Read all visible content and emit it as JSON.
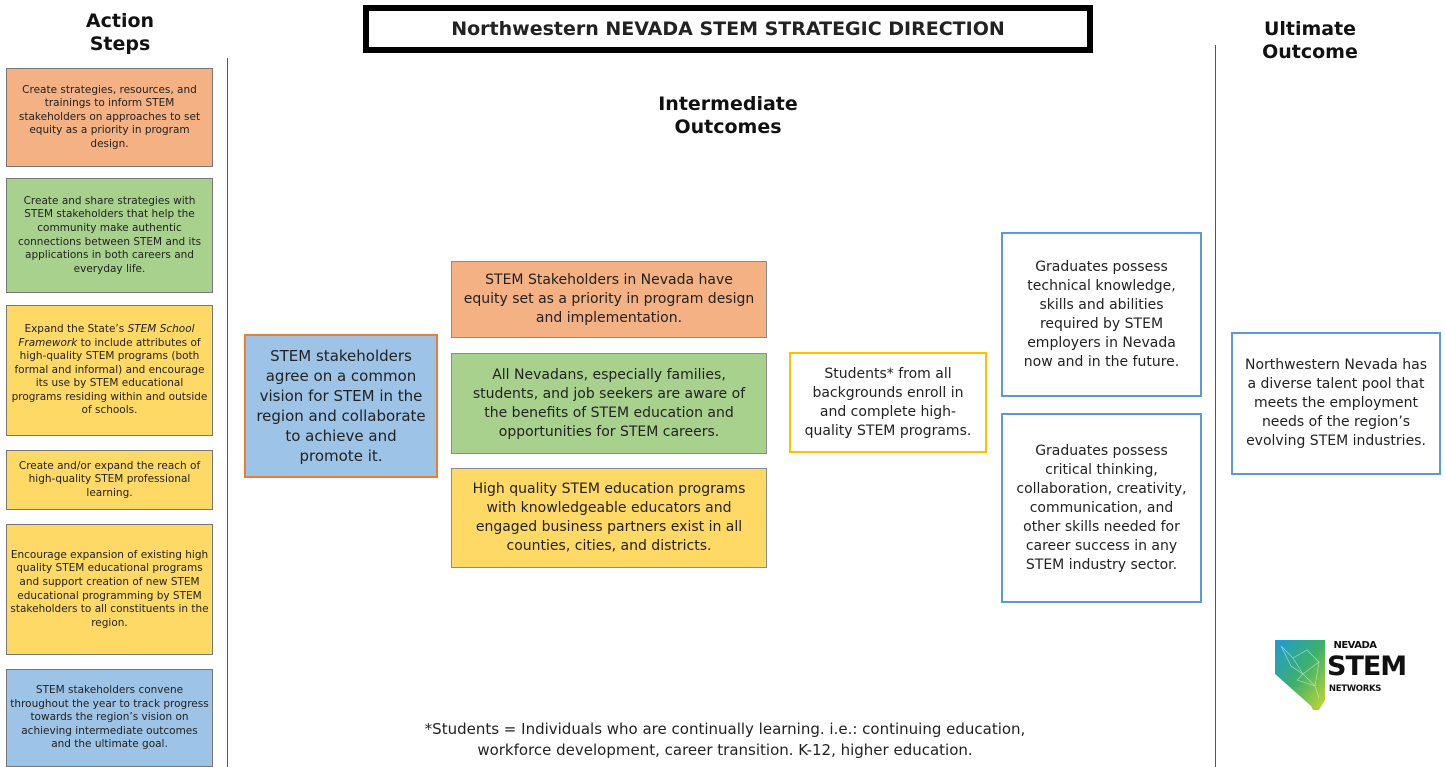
{
  "headings": {
    "action_steps_line1": "Action",
    "action_steps_line2": "Steps",
    "intermediate_line1": "Intermediate",
    "intermediate_line2": "Outcomes",
    "ultimate_line1": "Ultimate",
    "ultimate_line2": "Outcome"
  },
  "title": "Northwestern NEVADA STEM STRATEGIC DIRECTION",
  "action_steps": [
    {
      "text": "Create strategies, resources, and trainings to inform STEM stakeholders on approaches to set equity as a priority in program design.",
      "color": "#f4b183"
    },
    {
      "text": "Create and share strategies with STEM stakeholders that help the community make authentic connections between STEM and its applications in both careers and everyday life.",
      "color": "#a9d18e"
    },
    {
      "text_before": "Expand the State’s ",
      "text_italic": "STEM School Framework",
      "text_after": " to include attributes of high-quality STEM programs (both formal and informal) and encourage its use by STEM educational programs residing within and outside of schools.",
      "color": "#ffd966"
    },
    {
      "text": "Create and/or expand the reach of high-quality STEM professional learning.",
      "color": "#ffd966"
    },
    {
      "text": "Encourage expansion of existing high quality STEM educational programs and support creation of new STEM educational programming by STEM stakeholders to all constituents in the region.",
      "color": "#ffd966"
    },
    {
      "text": "STEM stakeholders convene throughout the year to track progress towards the region’s vision on achieving intermediate outcomes and the ultimate goal.",
      "color": "#9dc3e6"
    }
  ],
  "vision_box": "STEM stakeholders agree on a common vision for STEM in the region and collaborate to achieve and promote it.",
  "intermediate_boxes": [
    {
      "text": "STEM Stakeholders in Nevada have equity set as a priority in program design and implementation.",
      "color": "#f4b183"
    },
    {
      "text": "All Nevadans, especially families, students, and job seekers are aware of the benefits of STEM education and opportunities for STEM careers.",
      "color": "#a9d18e"
    },
    {
      "text": "High quality STEM education programs with knowledgeable educators and engaged business partners exist in all counties, cities, and districts.",
      "color": "#ffd966"
    }
  ],
  "students_box": "Students* from all backgrounds enroll in and complete high-quality STEM programs.",
  "graduates_boxes": [
    "Graduates possess technical knowledge, skills and abilities required by STEM employers in Nevada now and in the future.",
    "Graduates possess critical thinking, collaboration, creativity, communication, and other skills needed for career success in any STEM industry sector."
  ],
  "ultimate_box": "Northwestern Nevada has a diverse talent pool that meets the employment needs of the region’s evolving STEM industries.",
  "footnote": {
    "line1": "*Students = Individuals who are continually learning. i.e.: continuing education,",
    "line2": "workforce  development, career transition. K-12, higher education."
  },
  "logo": {
    "line1": "NEVADA",
    "line2": "STEM",
    "line3": "NETWORKS"
  }
}
